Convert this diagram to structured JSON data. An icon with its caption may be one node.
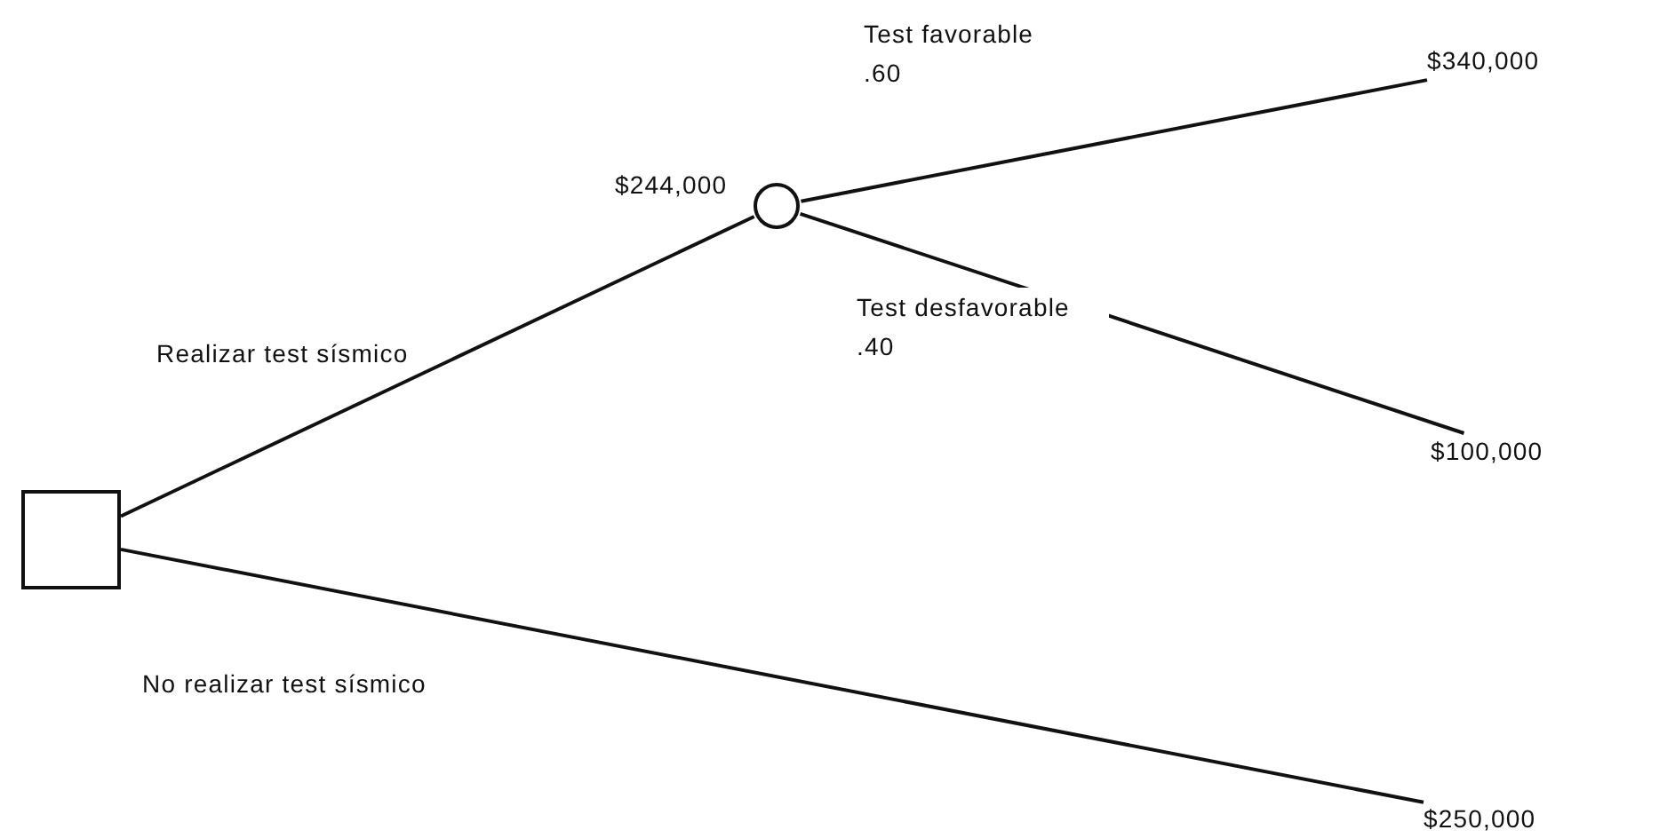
{
  "diagram": {
    "nodes": [
      {
        "text": [],
        "shape": "box"
      },
      {
        "text": [],
        "shape": "circle",
        "beside": [
          "$244,000"
        ]
      },
      {
        "text": [
          "$340,000"
        ]
      },
      {
        "text": [
          "$100,000"
        ]
      },
      {
        "text": [
          "$250,000"
        ]
      }
    ],
    "edges": [
      {
        "from": 0,
        "to": 1,
        "arrow": "none",
        "label": "Realizar test sísmico"
      },
      {
        "from": 1,
        "to": 2,
        "arrow": "none",
        "label": "Test favorable .60"
      },
      {
        "from": 1,
        "to": 3,
        "arrow": "none",
        "label": "Test desfavorable .40"
      },
      {
        "from": 0,
        "to": 4,
        "arrow": "none",
        "label": "No realizar test sísmico"
      }
    ]
  }
}
